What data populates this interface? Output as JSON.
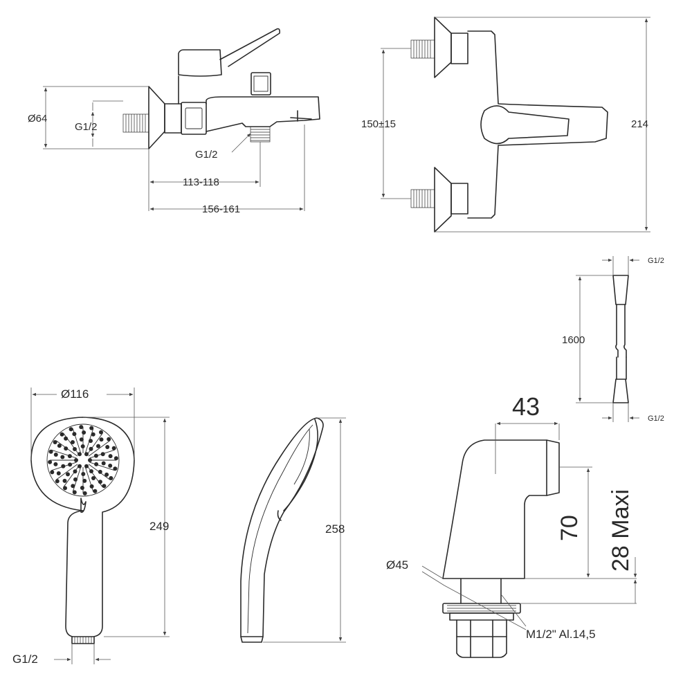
{
  "faucet_side": {
    "diameter_label": "Ø64",
    "thread_label": "G1/2",
    "outlet_thread_label": "G1/2",
    "dim_short": "113-118",
    "dim_long": "156-161"
  },
  "faucet_front": {
    "spacing_label": "150±15",
    "height_label": "214"
  },
  "hose": {
    "top_thread_label": "G1/2",
    "length_label": "1600",
    "bottom_thread_label": "G1/2"
  },
  "hand_shower_front": {
    "diameter_label": "Ø116",
    "length_label": "249",
    "thread_label": "G1/2"
  },
  "hand_shower_side": {
    "length_label": "258"
  },
  "spout": {
    "width_label": "43",
    "height_label": "70",
    "max_label": "28 Maxi",
    "diameter_label": "Ø45",
    "thread_label": "M1/2\" Al.14,5"
  }
}
